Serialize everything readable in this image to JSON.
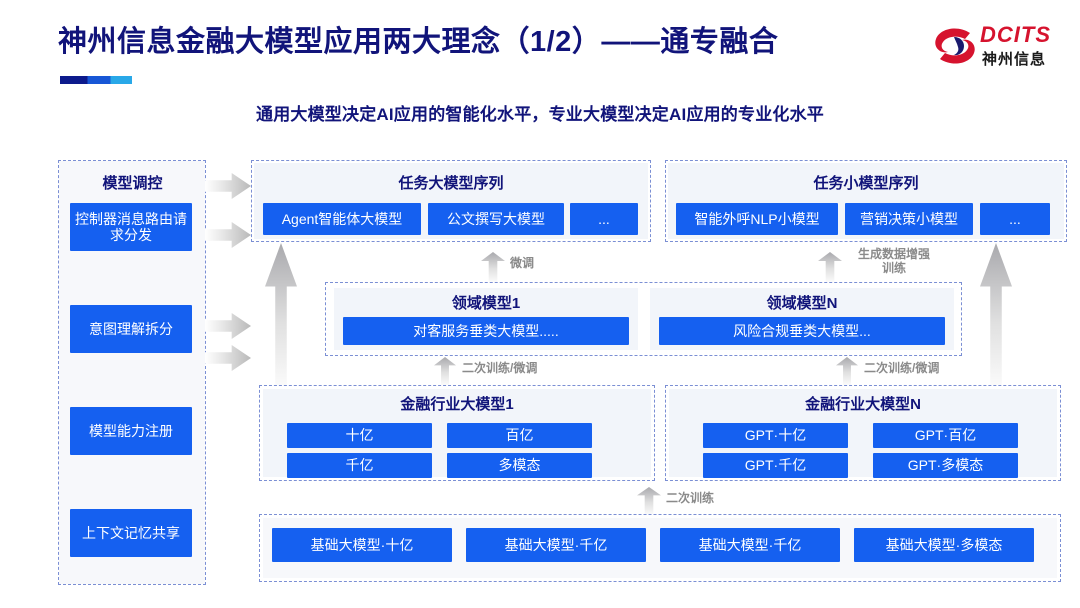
{
  "header": {
    "title": "神州信息金融大模型应用两大理念（1/2）——通专融合",
    "subtitle": "通用大模型决定AI应用的智能化水平，专业大模型决定AI应用的专业化水平",
    "accent_color": "#11147a",
    "rule_colors": [
      "#0d1a8c",
      "#1757d6",
      "#29a8e8"
    ]
  },
  "logo": {
    "en": "DCITS",
    "cn": "神州信息",
    "mark_color": "#d6132e"
  },
  "sidebar": {
    "title": "模型调控",
    "items": [
      {
        "label": "控制器消息路由请求分发"
      },
      {
        "label": "意图理解拆分"
      },
      {
        "label": "模型能力注册"
      },
      {
        "label": "上下文记忆共享"
      }
    ]
  },
  "task_large": {
    "title": "任务大模型序列",
    "items": [
      "Agent智能体大模型",
      "公文撰写大模型",
      "..."
    ]
  },
  "task_small": {
    "title": "任务小模型序列",
    "items": [
      "智能外呼NLP小模型",
      "营销决策小模型",
      "..."
    ]
  },
  "domain_models": [
    {
      "title": "领域模型1",
      "item": "对客服务垂类大模型....."
    },
    {
      "title": "领域模型N",
      "item": "风险合规垂类大模型..."
    }
  ],
  "industry_models": [
    {
      "title": "金融行业大模型1",
      "items": [
        "十亿",
        "百亿",
        "千亿",
        "多模态"
      ]
    },
    {
      "title": "金融行业大模型N",
      "items": [
        "GPT·十亿",
        "GPT·百亿",
        "GPT·千亿",
        "GPT·多模态"
      ]
    }
  ],
  "foundation_models": {
    "items": [
      "基础大模型·十亿",
      "基础大模型·千亿",
      "基础大模型·千亿",
      "基础大模型·多模态"
    ]
  },
  "arrow_labels": {
    "fine_tune": "微调",
    "data_aug": "生成数据增强\n训练",
    "retrain_tune_left": "二次训练/微调",
    "retrain_tune_right": "二次训练/微调",
    "retrain": "二次训练"
  },
  "colors": {
    "box_blue": "#1560f0",
    "panel_gray": "#f2f5fa",
    "dash_border": "#7b8fd4",
    "arrow_gray": "#a9a9ad"
  }
}
